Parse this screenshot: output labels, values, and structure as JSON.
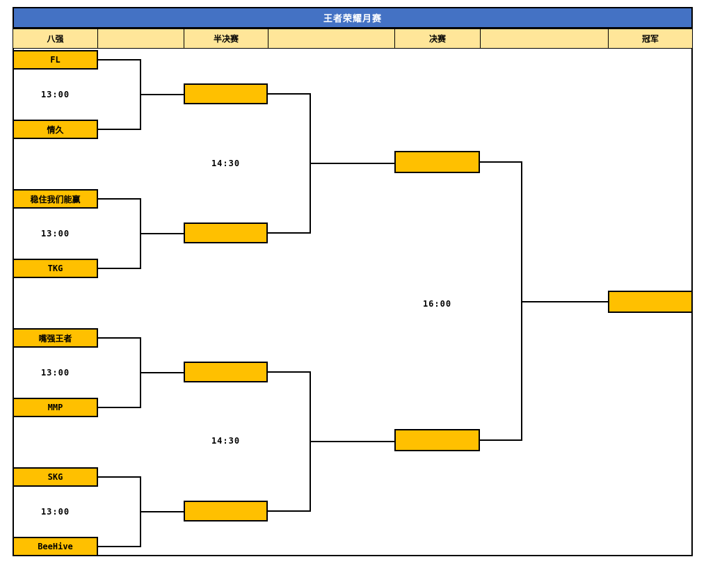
{
  "title": "王者荣耀月赛",
  "rounds": {
    "quarter": "八强",
    "semi": "半决赛",
    "final": "决赛",
    "champion": "冠军"
  },
  "bracket": {
    "quarterfinals": [
      {
        "teams": [
          "FL",
          "情久"
        ],
        "time": "13:00"
      },
      {
        "teams": [
          "稳住我们能赢",
          "TKG"
        ],
        "time": "13:00"
      },
      {
        "teams": [
          "嘴强王者",
          "MMP"
        ],
        "time": "13:00"
      },
      {
        "teams": [
          "SKG",
          "BeeHive"
        ],
        "time": "13:00"
      }
    ],
    "semifinals": [
      {
        "time": "14:30"
      },
      {
        "time": "14:30"
      }
    ],
    "final": {
      "time": "16:00"
    }
  },
  "colors": {
    "title_bg": "#4472C4",
    "title_text": "#FFFFFF",
    "header_bg": "#FFE699",
    "slot_bg": "#FFC000",
    "line": "#000000"
  }
}
